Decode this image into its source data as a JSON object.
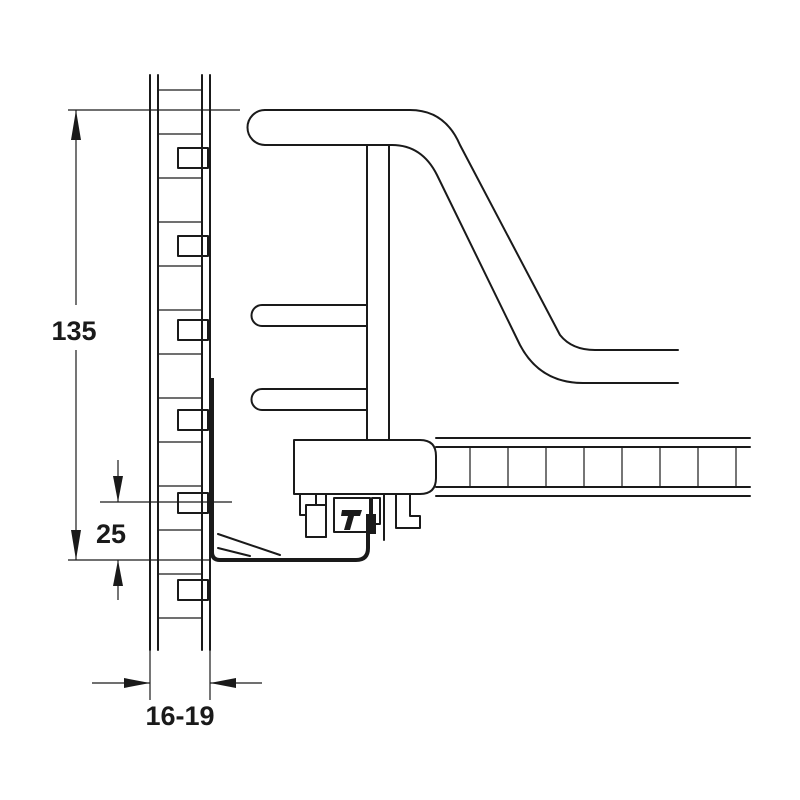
{
  "dimensions": {
    "height_total": "135",
    "height_offset": "25",
    "panel_thickness": "16-19"
  },
  "colors": {
    "line": "#1a1a1a",
    "background": "#ffffff"
  }
}
